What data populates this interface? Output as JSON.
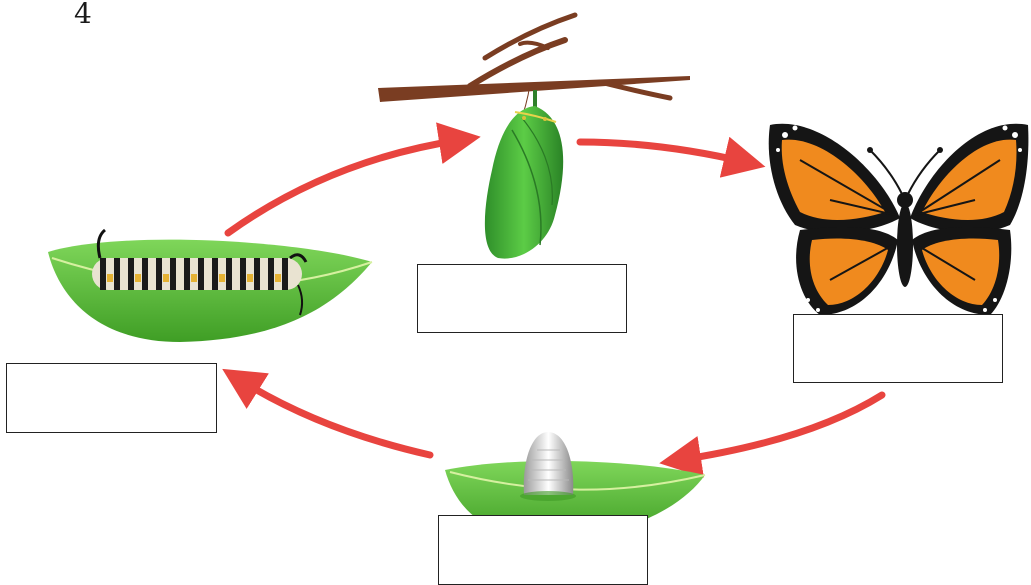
{
  "question_number": "4",
  "stages": [
    {
      "id": "larva",
      "icon": "caterpillar-on-leaf-icon",
      "answer": ""
    },
    {
      "id": "pupa",
      "icon": "chrysalis-on-twig-icon",
      "answer": ""
    },
    {
      "id": "adult",
      "icon": "monarch-butterfly-icon",
      "answer": ""
    },
    {
      "id": "egg",
      "icon": "egg-on-leaf-icon",
      "answer": ""
    }
  ],
  "colors": {
    "arrow": "#e8443f",
    "leaf": "#5cc23a",
    "leaf_dark": "#3e9a24",
    "twig": "#7a3d22",
    "chrysalis": "#49b23a",
    "wing_orange": "#f08a1e",
    "wing_black": "#151515"
  }
}
